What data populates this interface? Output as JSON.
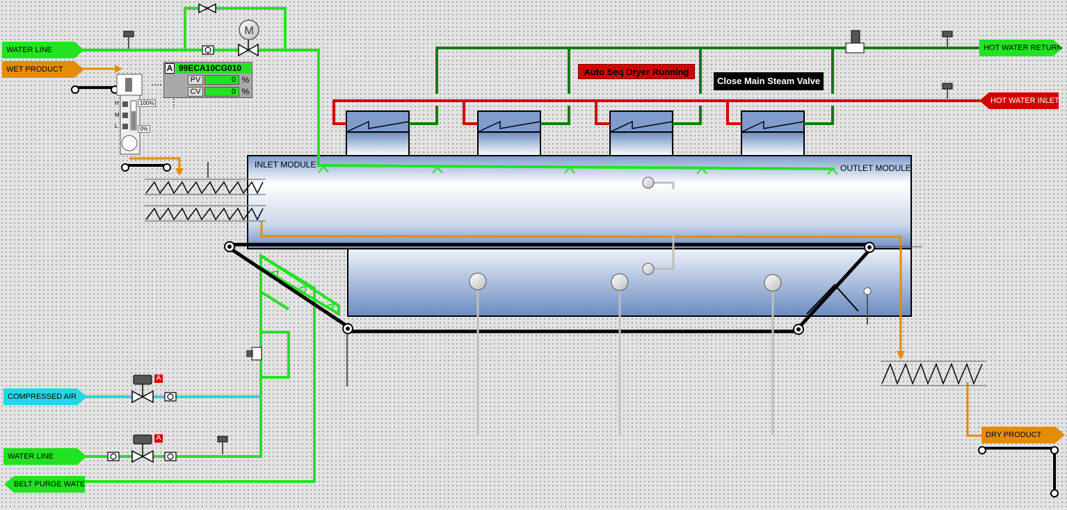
{
  "lines": {
    "water_line_top": "WATER LINE",
    "wet_product": "WET PRODUCT",
    "compressed_air": "COMPRESSED AIR",
    "water_line_bottom": "WATER LINE",
    "belt_purge_water": "BELT PURGE WATER",
    "hot_water_return": "HOT WATER RETURN",
    "hot_water_inlet": "HOT WATER INLET",
    "dry_product": "DRY PRODUCT"
  },
  "status": {
    "auto_seq": "Auto Seq Dryer Running",
    "close_valve": "Close Main Steam Valve"
  },
  "modules": {
    "inlet": "INLET MODULE",
    "outlet": "OUTLET MODULE"
  },
  "controller": {
    "mode": "A",
    "tag": "99ECA10CG010",
    "pv_label": "PV",
    "pv_value": "0",
    "pv_unit": "%",
    "cv_label": "CV",
    "cv_value": "0",
    "cv_unit": "%"
  },
  "hopper": {
    "pct_high": "100%",
    "pct_low": "0%",
    "letter_h": "H",
    "letter_m": "M",
    "letter_l": "L"
  },
  "motor_symbol": "M",
  "alarms": {
    "air_valve_mode": "A",
    "water_valve_mode": "A"
  },
  "colors": {
    "water_green": "#22e322",
    "return_green": "#0b7d0b",
    "hot_red": "#d30000",
    "product_orange": "#e38d00",
    "air_cyan": "#22d8e3"
  }
}
